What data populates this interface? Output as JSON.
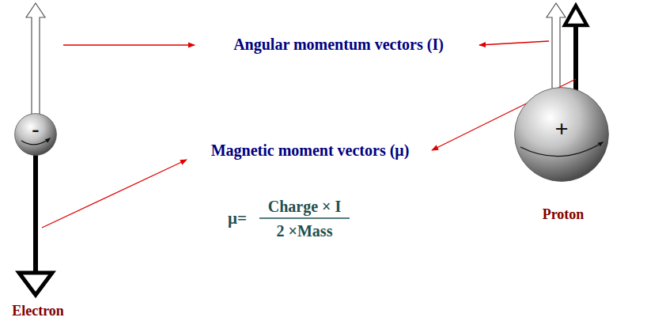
{
  "diagram": {
    "nodes": [
      {
        "text": [
          "-"
        ]
      },
      {
        "text": [
          "+"
        ]
      }
    ],
    "labels": [
      "Angular momentum vectors (I)",
      "Magnetic moment vectors (μ)",
      "μ=",
      "Charge × I",
      "2 ×Mass",
      "Electron",
      "Proton"
    ]
  }
}
